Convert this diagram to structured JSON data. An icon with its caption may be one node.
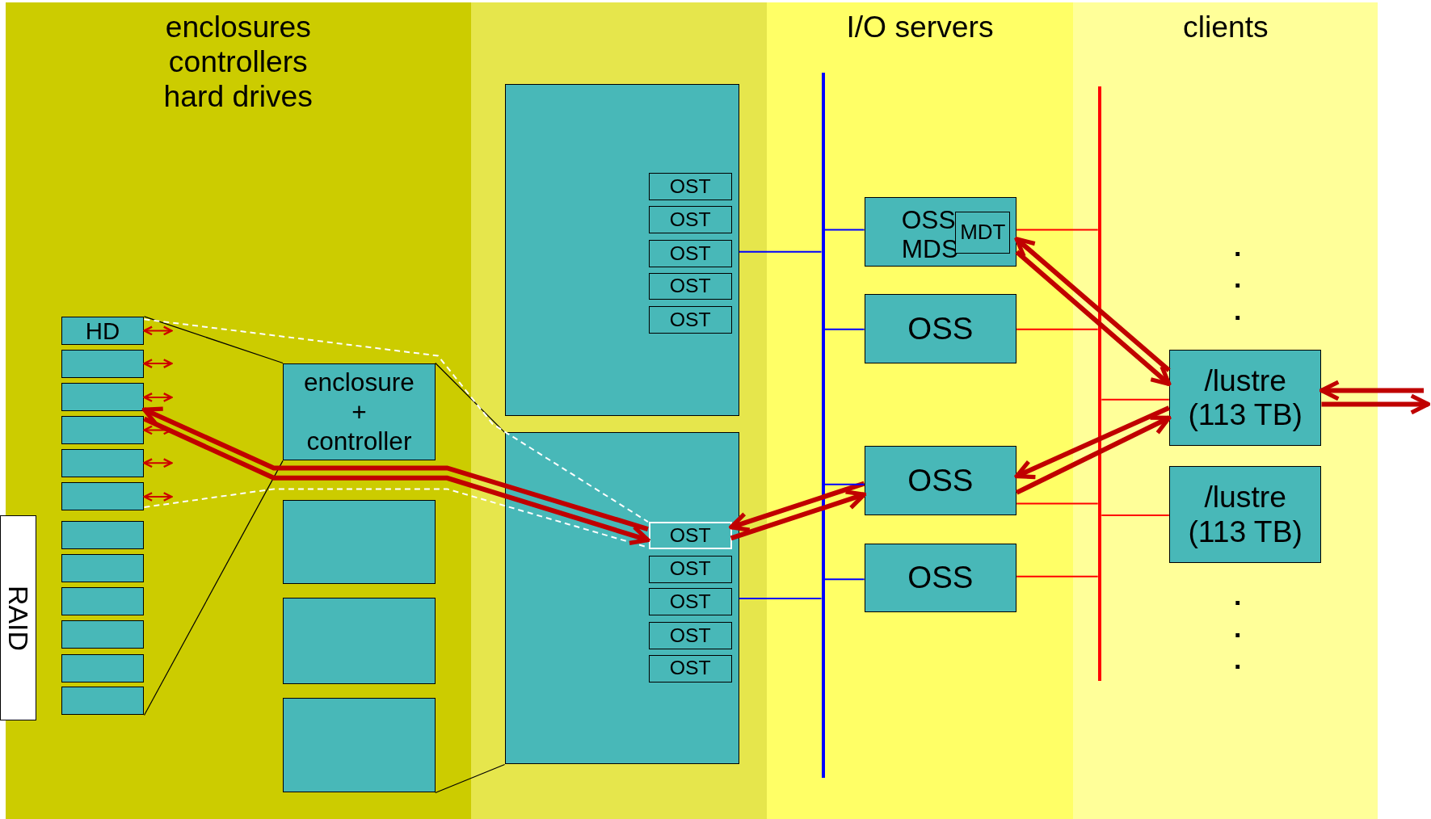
{
  "diagram": {
    "nodes": [
      {
        "text": [
          "enclosures controllers hard drives"
        ]
      },
      {
        "text": [
          "RAID"
        ]
      },
      {
        "text": [
          "HD"
        ],
        "in": 0
      },
      {
        "text": [],
        "shape": "box",
        "in": 0
      },
      {
        "text": [],
        "shape": "box",
        "in": 0
      },
      {
        "text": [],
        "shape": "box",
        "in": 0
      },
      {
        "text": [],
        "shape": "box",
        "in": 0
      },
      {
        "text": [],
        "shape": "box",
        "in": 0
      },
      {
        "text": [],
        "shape": "box",
        "in": 0
      },
      {
        "text": [],
        "shape": "box",
        "in": 0
      },
      {
        "text": [],
        "shape": "box",
        "in": 0
      },
      {
        "text": [],
        "shape": "box",
        "in": 0
      },
      {
        "text": [],
        "shape": "box",
        "in": 0
      },
      {
        "text": [],
        "shape": "box",
        "in": 0
      },
      {
        "text": [
          "enclosure + controller"
        ],
        "in": 0
      },
      {
        "text": [],
        "shape": "box",
        "in": 0
      },
      {
        "text": [],
        "shape": "box",
        "in": 0
      },
      {
        "text": [],
        "shape": "box",
        "in": 0
      },
      {
        "text": [],
        "shape": "box"
      },
      {
        "text": [],
        "shape": "box",
        "in": 18
      },
      {
        "text": [
          "OST"
        ],
        "in": 19
      },
      {
        "text": [
          "OST"
        ],
        "in": 19
      },
      {
        "text": [
          "OST"
        ],
        "in": 19
      },
      {
        "text": [
          "OST"
        ],
        "in": 19
      },
      {
        "text": [
          "OST"
        ],
        "in": 19
      },
      {
        "text": [],
        "shape": "box",
        "in": 18
      },
      {
        "text": [
          "OST"
        ],
        "in": 25
      },
      {
        "text": [
          "OST"
        ],
        "in": 25
      },
      {
        "text": [
          "OST"
        ],
        "in": 25
      },
      {
        "text": [
          "OST"
        ],
        "in": 25
      },
      {
        "text": [
          "OST"
        ],
        "in": 25
      },
      {
        "text": [
          "I/O servers"
        ]
      },
      {
        "text": [],
        "shape": "bar",
        "in": 31
      },
      {
        "text": [
          "OSS MDS"
        ],
        "in": 31
      },
      {
        "text": [
          "MDT"
        ],
        "in": 33
      },
      {
        "text": [
          "OSS"
        ],
        "in": 31
      },
      {
        "text": [
          "OSS"
        ],
        "in": 31
      },
      {
        "text": [
          "OSS"
        ],
        "in": 31
      },
      {
        "text": [
          "clients"
        ]
      },
      {
        "text": [],
        "shape": "bar",
        "in": 38
      },
      {
        "text": [
          "/lustre (113 TB)"
        ],
        "in": 38
      },
      {
        "text": [
          "/lustre (113 TB)"
        ],
        "in": 38
      }
    ],
    "edges": [
      {
        "from": 2,
        "to": 14,
        "arrow": "none",
        "color": "#000000"
      },
      {
        "from": 13,
        "to": 14,
        "arrow": "none",
        "color": "#000000"
      },
      {
        "from": 14,
        "to": 25,
        "arrow": "none",
        "color": "#000000"
      },
      {
        "from": 17,
        "to": 25,
        "arrow": "none",
        "color": "#000000"
      },
      {
        "from": 2,
        "to": null,
        "arrow": "both",
        "color": "#cc0000"
      },
      {
        "from": 3,
        "to": null,
        "arrow": "both",
        "color": "#cc0000"
      },
      {
        "from": 4,
        "to": null,
        "arrow": "both",
        "color": "#cc0000"
      },
      {
        "from": 5,
        "to": null,
        "arrow": "both",
        "color": "#cc0000"
      },
      {
        "from": 6,
        "to": null,
        "arrow": "both",
        "color": "#cc0000"
      },
      {
        "from": 7,
        "to": null,
        "arrow": "both",
        "color": "#cc0000"
      },
      {
        "from": 2,
        "to": 26,
        "arrow": "none",
        "style": "dashed",
        "color": "#ffffff"
      },
      {
        "from": 7,
        "to": 26,
        "arrow": "none",
        "style": "dashed",
        "color": "#ffffff"
      },
      {
        "from": 26,
        "to": 4,
        "arrow": "to",
        "style": "thick",
        "color": "#c00000"
      },
      {
        "from": 5,
        "to": 26,
        "arrow": "to",
        "style": "thick",
        "color": "#c00000"
      },
      {
        "from": 36,
        "to": 26,
        "arrow": "to",
        "style": "thick",
        "color": "#c00000"
      },
      {
        "from": 26,
        "to": 36,
        "arrow": "to",
        "style": "thick",
        "color": "#c00000"
      },
      {
        "from": 19,
        "to": 32,
        "arrow": "none",
        "color": "#0000ff"
      },
      {
        "from": 25,
        "to": 32,
        "arrow": "none",
        "color": "#0000ff"
      },
      {
        "from": 32,
        "to": 33,
        "arrow": "none",
        "color": "#0000ff"
      },
      {
        "from": 32,
        "to": 35,
        "arrow": "none",
        "color": "#0000ff"
      },
      {
        "from": 32,
        "to": 36,
        "arrow": "none",
        "color": "#0000ff"
      },
      {
        "from": 32,
        "to": 37,
        "arrow": "none",
        "color": "#0000ff"
      },
      {
        "from": 33,
        "to": 39,
        "arrow": "none",
        "color": "#ff0000"
      },
      {
        "from": 35,
        "to": 39,
        "arrow": "none",
        "color": "#ff0000"
      },
      {
        "from": 36,
        "to": 39,
        "arrow": "none",
        "color": "#ff0000"
      },
      {
        "from": 37,
        "to": 39,
        "arrow": "none",
        "color": "#ff0000"
      },
      {
        "from": 39,
        "to": 40,
        "arrow": "none",
        "color": "#ff0000"
      },
      {
        "from": 39,
        "to": 41,
        "arrow": "none",
        "color": "#ff0000"
      },
      {
        "from": 33,
        "to": 40,
        "arrow": "to",
        "style": "thick",
        "color": "#c00000"
      },
      {
        "from": 40,
        "to": 33,
        "arrow": "to",
        "style": "thick",
        "color": "#c00000"
      },
      {
        "from": 36,
        "to": 40,
        "arrow": "to",
        "style": "thick",
        "color": "#c00000"
      },
      {
        "from": 40,
        "to": 36,
        "arrow": "to",
        "style": "thick",
        "color": "#c00000"
      },
      {
        "from": null,
        "to": 40,
        "arrow": "to",
        "style": "thick",
        "color": "#c00000"
      },
      {
        "from": 40,
        "to": null,
        "arrow": "to",
        "style": "thick",
        "color": "#c00000"
      }
    ],
    "labels": [
      ".",
      ".",
      ".",
      ".",
      ".",
      "."
    ]
  }
}
